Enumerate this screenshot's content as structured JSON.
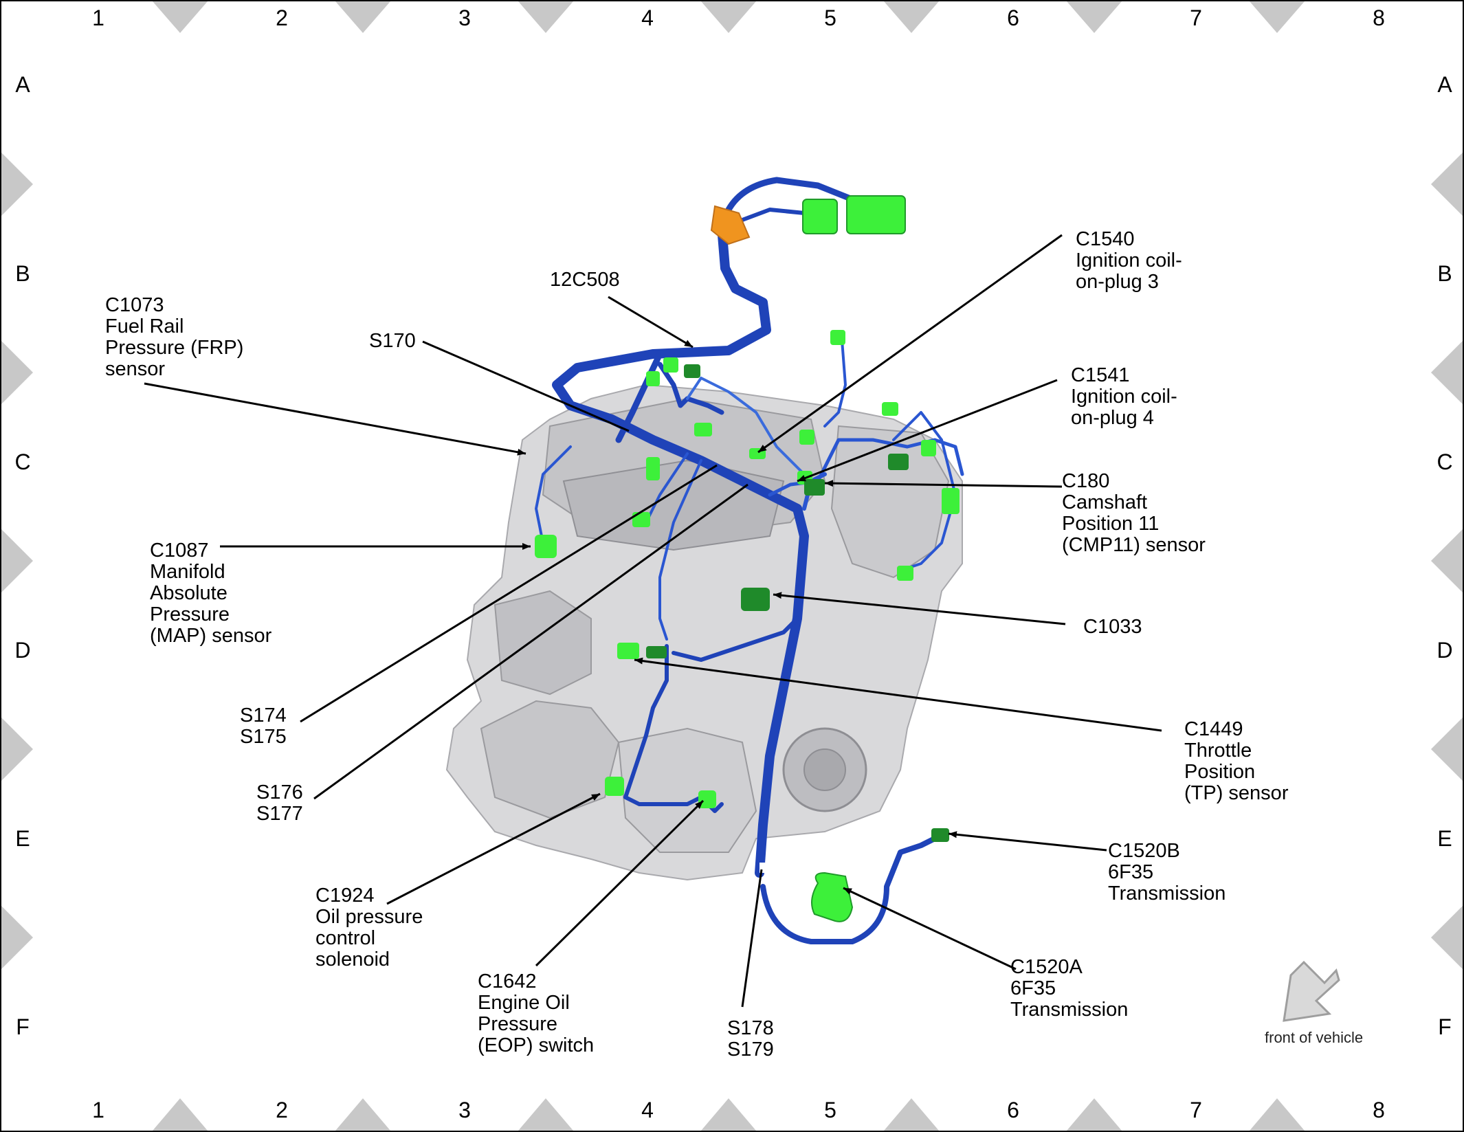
{
  "grid": {
    "columns": [
      "1",
      "2",
      "3",
      "4",
      "5",
      "6",
      "7",
      "8"
    ],
    "rows": [
      "A",
      "B",
      "C",
      "D",
      "E",
      "F"
    ]
  },
  "colors": {
    "harness": "#1f43b8",
    "connector": "#3df03a",
    "connector_dark": "#1f8a2a",
    "orange_connector": "#f0941f",
    "engine": "#d4d4d6",
    "border_triangles": "#c8c8c8"
  },
  "labels": {
    "c1073": [
      "C1073",
      "Fuel Rail",
      "Pressure (FRP)",
      "sensor"
    ],
    "s170": [
      "S170"
    ],
    "c12c508": [
      "12C508"
    ],
    "c1540": [
      "C1540",
      "Ignition coil-",
      "on-plug 3"
    ],
    "c1541": [
      "C1541",
      "Ignition coil-",
      "on-plug 4"
    ],
    "c180": [
      "C180",
      "Camshaft",
      "Position 11",
      "(CMP11) sensor"
    ],
    "c1087": [
      "C1087",
      "Manifold",
      "Absolute",
      "Pressure",
      "(MAP) sensor"
    ],
    "c1033": [
      "C1033"
    ],
    "c1449": [
      "C1449",
      "Throttle",
      "Position",
      "(TP) sensor"
    ],
    "s174": [
      "S174",
      "S175"
    ],
    "s176": [
      "S176",
      "S177"
    ],
    "c1924": [
      "C1924",
      "Oil pressure",
      "control",
      "solenoid"
    ],
    "c1642": [
      "C1642",
      "Engine Oil",
      "Pressure",
      "(EOP) switch"
    ],
    "s178": [
      "S178",
      "S179"
    ],
    "c1520a": [
      "C1520A",
      "6F35",
      "Transmission"
    ],
    "c1520b": [
      "C1520B",
      "6F35",
      "Transmission"
    ]
  },
  "front_of_vehicle": "front of vehicle"
}
